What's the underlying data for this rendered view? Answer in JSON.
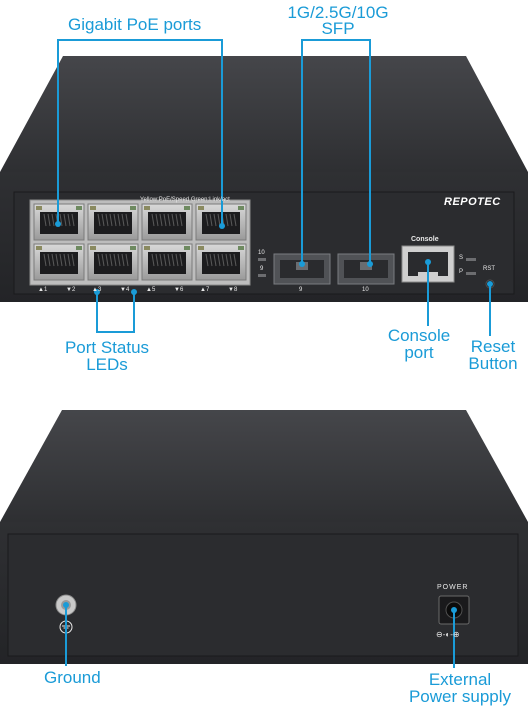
{
  "labels": {
    "poe_ports": "Gigabit PoE ports",
    "sfp_line1": "1G/2.5G/10G",
    "sfp_line2": "SFP",
    "status_line1": "Port Status",
    "status_line2": "LEDs",
    "console_line1": "Console",
    "console_line2": "port",
    "reset_line1": "Reset",
    "reset_line2": "Button",
    "ground": "Ground",
    "power_line1": "External",
    "power_line2": "Power supply"
  },
  "device": {
    "brand": "REPOTEC",
    "led_legend": "Yellow:PoE/Speed  Green:Link/act",
    "console_label": "Console",
    "rst_label": "RST",
    "s_label": "S",
    "p_label": "P",
    "sfp_led_10": "10",
    "sfp_led_9": "9",
    "sfp_port_9": "9",
    "sfp_port_10": "10",
    "port_numbers": [
      "▲1",
      "▼2",
      "▲3",
      "▼4",
      "▲5",
      "▼6",
      "▲7",
      "▼8"
    ],
    "power_label": "POWER",
    "polarity": "⊖-◐-⊕"
  },
  "colors": {
    "callout": "#1a9bd7",
    "chassis_top": "#3a3b3e",
    "chassis_front": "#2a2b2e"
  }
}
